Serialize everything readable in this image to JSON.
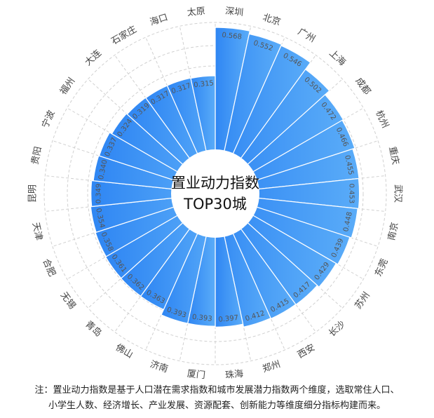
{
  "chart_data": {
    "type": "bar",
    "subtype": "polar-radial-bar",
    "title": "置业动力指数 TOP30城",
    "title_lines": [
      "置业动力指数",
      "TOP30城"
    ],
    "categories": [
      "深圳",
      "北京",
      "广州",
      "上海",
      "成都",
      "杭州",
      "重庆",
      "武汉",
      "南京",
      "东莞",
      "苏州",
      "长沙",
      "西安",
      "郑州",
      "珠海",
      "厦门",
      "济南",
      "佛山",
      "青岛",
      "无锡",
      "合肥",
      "天津",
      "昆明",
      "贵阳",
      "宁波",
      "福州",
      "大连",
      "石家庄",
      "海口",
      "太原"
    ],
    "values": [
      0.568,
      0.552,
      0.546,
      0.502,
      0.472,
      0.466,
      0.455,
      0.453,
      0.448,
      0.439,
      0.429,
      0.417,
      0.415,
      0.412,
      0.397,
      0.393,
      0.393,
      0.363,
      0.362,
      0.361,
      0.358,
      0.354,
      0.349,
      0.34,
      0.337,
      0.324,
      0.319,
      0.317,
      0.317,
      0.315
    ],
    "xlabel": "",
    "ylabel": "",
    "grid": true,
    "legend": null,
    "bar_color": "#3a8ef5",
    "bar_color_light": "#5aacf8",
    "label_color": "#555555"
  },
  "note": {
    "line1": "注：置业动力指数是基于人口潜在需求指数和城市发展潜力指数两个维度，选取常住人口、",
    "line2": "小学生人数、经济增长、产业发展、资源配套、创新能力等维度细分指标构建而来。"
  }
}
